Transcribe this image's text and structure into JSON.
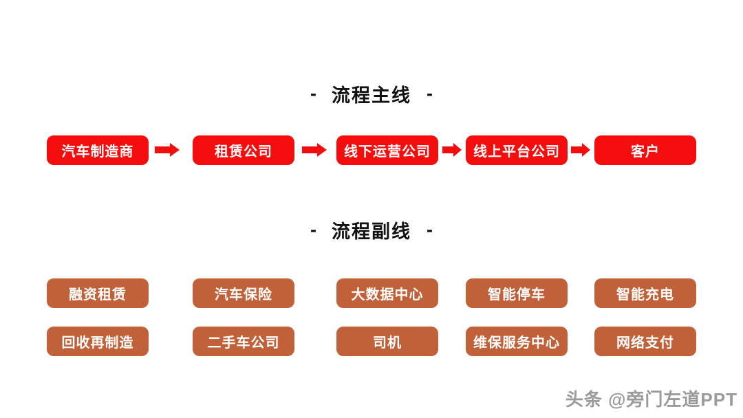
{
  "colors": {
    "background": "#ffffff",
    "primary_red": "#f50d0d",
    "secondary_brown": "#c0613a",
    "title_text": "#111111",
    "box_text": "#ffffff",
    "watermark_gray": "#9a9a9a"
  },
  "main_section": {
    "title_dash": "-",
    "title": "流程主线",
    "nodes": [
      "汽车制造商",
      "租赁公司",
      "线下运营公司",
      "线上平台公司",
      "客户"
    ]
  },
  "sub_section": {
    "title_dash": "-",
    "title": "流程副线",
    "rows": [
      [
        "融资租赁",
        "汽车保险",
        "大数据中心",
        "智能停车",
        "智能充电"
      ],
      [
        "回收再制造",
        "二手车公司",
        "司机",
        "维保服务中心",
        "网络支付"
      ]
    ]
  },
  "watermark": {
    "text": "头条 @旁门左道PPT"
  }
}
